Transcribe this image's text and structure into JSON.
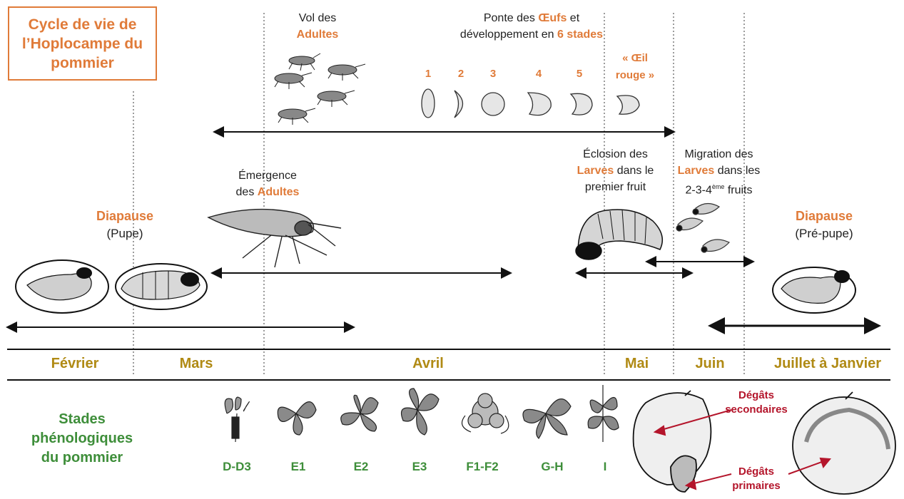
{
  "title": {
    "line1": "Cycle de vie de",
    "line2": "l’Hoplocampe du",
    "line3": "pommier"
  },
  "flight": {
    "line1": "Vol des",
    "line2": "Adultes"
  },
  "laying": {
    "line1_a": "Ponte des ",
    "line1_b": "Œufs",
    "line1_c": " et",
    "line2_a": "développement en ",
    "line2_b": "6 stades"
  },
  "stages": [
    "1",
    "2",
    "3",
    "4",
    "5"
  ],
  "oeil_rouge": {
    "line1": "« Œil",
    "line2": "rouge »"
  },
  "emergence": {
    "line1": "Émergence",
    "line2_a": "des ",
    "line2_b": "Adultes"
  },
  "eclosion": {
    "line1": "Éclosion des",
    "line2_a": "Larves",
    "line2_b": " dans le",
    "line3": "premier fruit"
  },
  "migration": {
    "line1": "Migration des",
    "line2_a": "Larves",
    "line2_b": " dans les",
    "line3_a": "2-3-4",
    "line3_sup": "ème",
    "line3_b": " fruits"
  },
  "diapause_left": {
    "title": "Diapause",
    "sub": "(Pupe)"
  },
  "diapause_right": {
    "title": "Diapause",
    "sub": "(Pré-pupe)"
  },
  "months": [
    "Février",
    "Mars",
    "Avril",
    "Mai",
    "Juin",
    "Juillet à Janvier"
  ],
  "stades_label": {
    "line1": "Stades",
    "line2": "phénologiques",
    "line3": "du pommier"
  },
  "pheno_stages": [
    "D-D3",
    "E1",
    "E2",
    "E3",
    "F1-F2",
    "G-H",
    "I"
  ],
  "damage_secondary": {
    "line1": "Dégâts",
    "line2": "secondaires"
  },
  "damage_primary": {
    "line1": "Dégâts",
    "line2": "primaires"
  },
  "colors": {
    "orange": "#e07b39",
    "month_gold": "#b08a14",
    "green": "#3e8e3a",
    "damage_red": "#b4152b"
  },
  "icons": [
    "fly-icon",
    "egg-stage-icon",
    "pupa-icon",
    "larva-icon",
    "leaf-cluster-icon",
    "apple-icon"
  ]
}
